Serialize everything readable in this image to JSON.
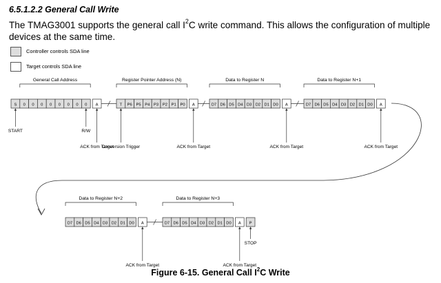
{
  "heading": "6.5.1.2.2 General Call Write",
  "paragraph": {
    "before": "The TMAG3001 supports the general call I",
    "sup": "2",
    "after": "C write command. This allows the configuration of multiple devices at the same time."
  },
  "legend": {
    "controller": "Controller controls SDA line",
    "target": "Target controls SDA line"
  },
  "colors": {
    "controller_fill": "#dddddd",
    "target_fill": "#ffffff",
    "line": "#333333"
  },
  "row1": {
    "groups": [
      {
        "title": "General Call Address",
        "cells": [
          "S",
          "0",
          "0",
          "0",
          "0",
          "0",
          "0",
          "0",
          "0"
        ],
        "ack": "A"
      },
      {
        "title": "Register Pointer Address (N)",
        "cells": [
          "T",
          "P6",
          "P5",
          "P4",
          "P3",
          "P2",
          "P1",
          "P0"
        ],
        "ack": "A"
      },
      {
        "title": "Data to Register N",
        "cells": [
          "D7",
          "D6",
          "D5",
          "D4",
          "D3",
          "D2",
          "D1",
          "D0"
        ],
        "ack": "A"
      },
      {
        "title": "Data to Register N+1",
        "cells": [
          "D7",
          "D6",
          "D5",
          "D4",
          "D3",
          "D2",
          "D1",
          "D0"
        ],
        "ack": "A"
      }
    ],
    "labels": {
      "start": "START",
      "rw": "R/W",
      "ack1": "ACK from Target",
      "trigger": "Conversion Trigger",
      "ack2": "ACK from Target",
      "ack3": "ACK from Target",
      "ack4": "ACK from Target"
    }
  },
  "row2": {
    "groups": [
      {
        "title": "Data to Register N+2",
        "cells": [
          "D7",
          "D6",
          "D5",
          "D4",
          "D3",
          "D2",
          "D1",
          "D0"
        ],
        "ack": "A"
      },
      {
        "title": "Data to Register N+3",
        "cells": [
          "D7",
          "D6",
          "D5",
          "D4",
          "D3",
          "D2",
          "D1",
          "D0"
        ],
        "ack": "A",
        "stop": "P"
      }
    ],
    "labels": {
      "ack5": "ACK from Target",
      "ack6": "ACK from Target",
      "stop": "STOP"
    }
  },
  "caption": {
    "before": "Figure 6-15. General Call I",
    "sup": "2",
    "after": "C Write"
  }
}
